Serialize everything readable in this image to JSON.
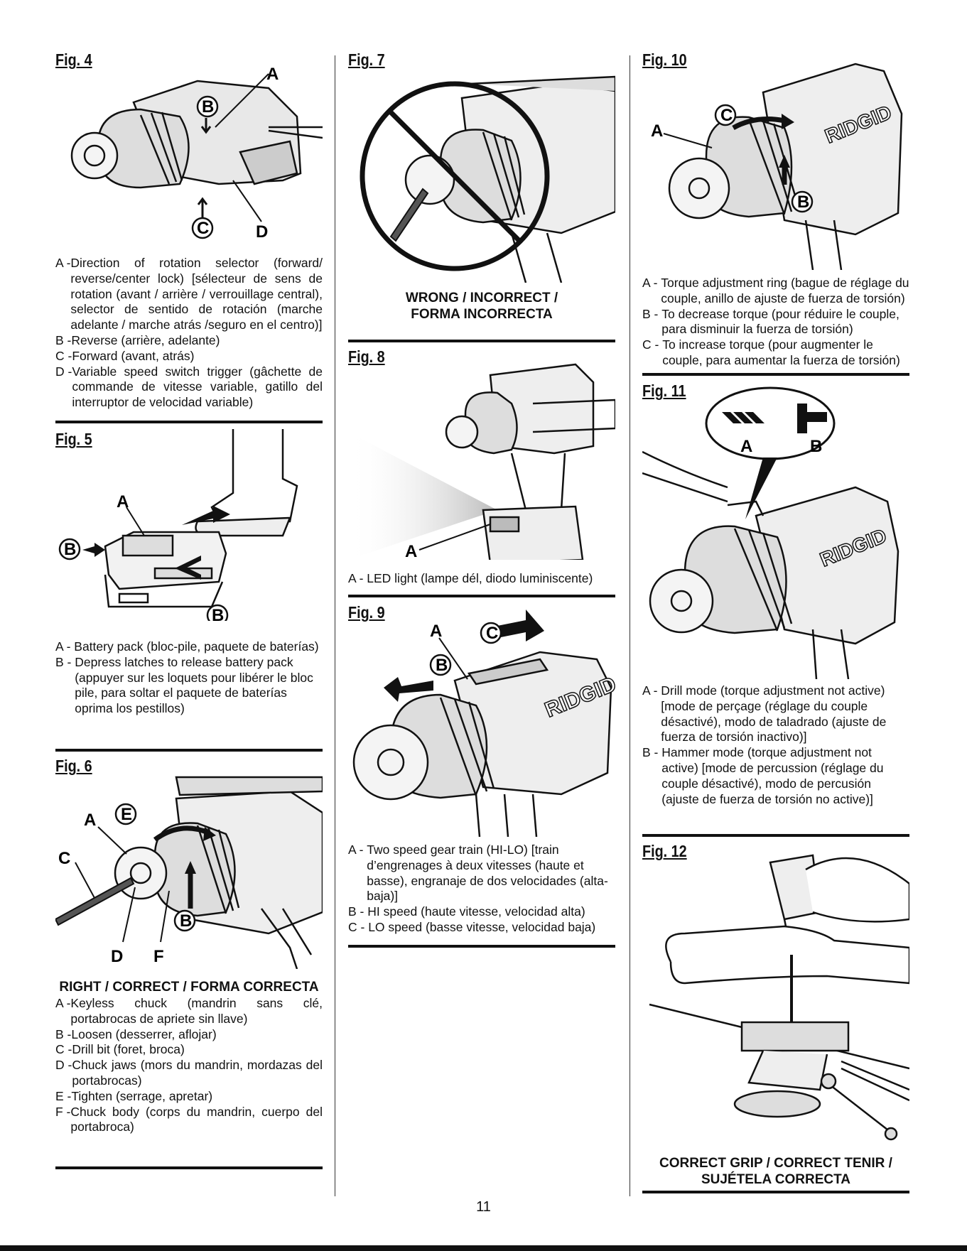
{
  "page_number": "11",
  "fig4": {
    "title": "Fig. 4",
    "labels": [
      "A",
      "B",
      "C",
      "D"
    ],
    "captions": [
      {
        "key": "A -",
        "text": "Direction of rotation selector (forward/ reverse/center lock) [sélecteur de sens de rotation (avant / arrière / verrouillage central), selector de sentido de rotación (marche adelante / marche atrás /seguro en el centro)]"
      },
      {
        "key": "B -",
        "text": "Reverse (arrière, adelante)"
      },
      {
        "key": "C -",
        "text": "Forward (avant, atrás)"
      },
      {
        "key": "D -",
        "text": "Variable speed switch trigger (gâchette de commande de vitesse variable, gatillo del interruptor de velocidad variable)"
      }
    ]
  },
  "fig5": {
    "title": "Fig. 5",
    "labels": [
      "A",
      "B",
      "B"
    ],
    "captions": [
      {
        "key": "A - ",
        "text": "Battery pack (bloc-pile, paquete de baterías)"
      },
      {
        "key": "B - ",
        "text": "Depress latches to release battery pack (appuyer sur les loquets pour libérer le bloc pile, para soltar el paquete de baterías oprima los pestillos)"
      }
    ]
  },
  "fig6": {
    "title": "Fig. 6",
    "labels": [
      "A",
      "E",
      "C",
      "B",
      "D",
      "F"
    ],
    "subtitle": "RIGHT / CORRECT / FORMA CORRECTA",
    "captions": [
      {
        "key": "A -",
        "text": "Keyless chuck (mandrin sans clé, portabrocas de apriete sin llave)"
      },
      {
        "key": "B -",
        "text": "Loosen (desserrer, aflojar)"
      },
      {
        "key": "C -",
        "text": "Drill bit (foret, broca)"
      },
      {
        "key": "D -",
        "text": "Chuck jaws (mors du mandrin, mordazas del portabrocas)"
      },
      {
        "key": "E -",
        "text": "Tighten (serrage, apretar)"
      },
      {
        "key": "F -",
        "text": "Chuck body (corps du mandrin, cuerpo del portabroca)"
      }
    ]
  },
  "fig7": {
    "title": "Fig. 7",
    "subtitle_line1": "WRONG / INCORRECT /",
    "subtitle_line2": "FORMA INCORRECTA"
  },
  "fig8": {
    "title": "Fig. 8",
    "labels": [
      "A"
    ],
    "captions": [
      {
        "key": "A - ",
        "text": "LED light (lampe dél, diodo luminiscente)"
      }
    ]
  },
  "fig9": {
    "title": "Fig. 9",
    "labels": [
      "A",
      "C",
      "B"
    ],
    "brand": "RIDGID",
    "captions": [
      {
        "key": "A - ",
        "text": "Two speed gear train (HI-LO) [train d’engrenages à deux vitesses (haute et basse), engranaje de dos velocidades (alta-baja)]"
      },
      {
        "key": "B - ",
        "text": "HI speed (haute vitesse, velocidad alta)"
      },
      {
        "key": "C - ",
        "text": "LO speed (basse vitesse, velocidad baja)"
      }
    ]
  },
  "fig10": {
    "title": "Fig. 10",
    "labels": [
      "A",
      "C",
      "B"
    ],
    "brand": "RIDGID",
    "captions": [
      {
        "key": "A - ",
        "text": "Torque adjustment ring (bague de réglage du couple, anillo de ajuste de fuerza de torsión)"
      },
      {
        "key": "B - ",
        "text": "To decrease torque (pour réduire le couple, para disminuir la fuerza de torsión)"
      },
      {
        "key": "C - ",
        "text": "To increase torque (pour augmenter le couple, para aumentar la fuerza de torsión)"
      }
    ]
  },
  "fig11": {
    "title": "Fig. 11",
    "labels": [
      "A",
      "B"
    ],
    "brand": "RIDGID",
    "captions": [
      {
        "key": "A - ",
        "text": "Drill mode (torque adjustment not active) [mode de perçage (réglage du couple désactivé), modo de taladrado (ajuste de fuerza de torsión inactivo)]"
      },
      {
        "key": "B - ",
        "text": "Hammer mode (torque adjustment not active) [mode de percussion (réglage du couple désactivé), modo de percusión (ajuste de fuerza de torsión no active)]"
      }
    ]
  },
  "fig12": {
    "title": "Fig. 12",
    "subtitle_line1": "CORRECT GRIP / CORRECT TENIR /",
    "subtitle_line2": "SUJÉTELA CORRECTA"
  }
}
